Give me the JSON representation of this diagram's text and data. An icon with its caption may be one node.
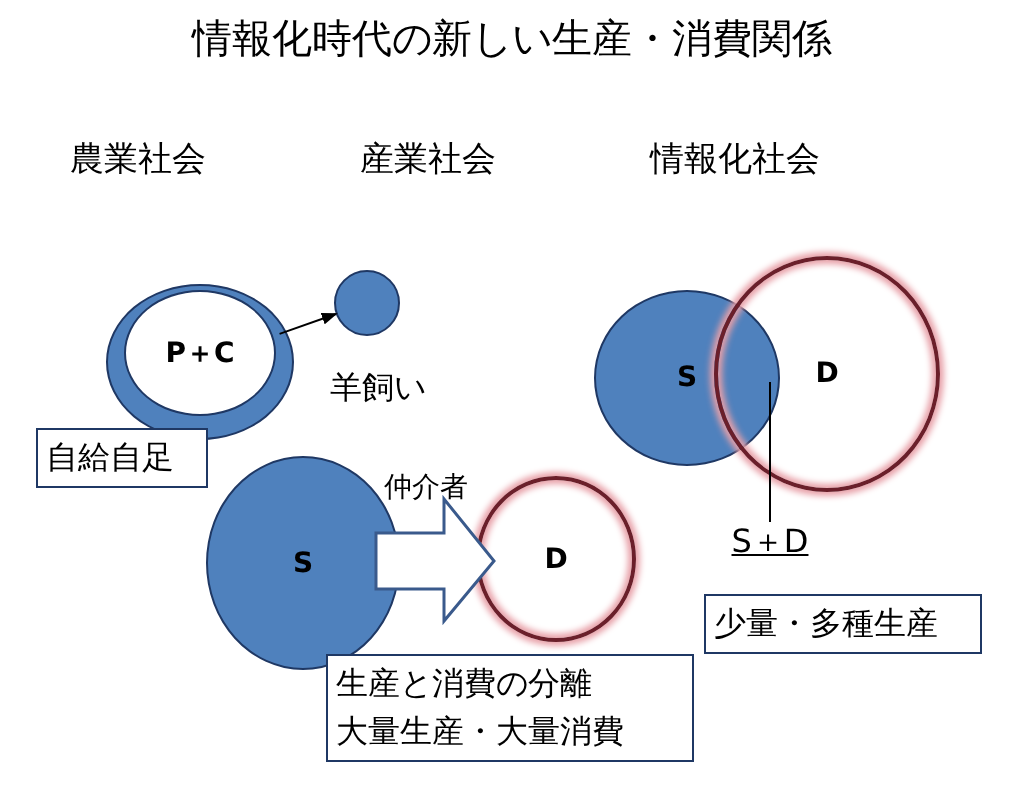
{
  "diagram": {
    "title": "情報化時代の新しい生産・消費関係",
    "nodes": [
      {
        "text": [],
        "shape": "circle"
      },
      {
        "text": [
          "P＋C"
        ],
        "in": 0
      },
      {
        "text": [],
        "shape": "circle",
        "beside": [
          "羊飼い"
        ]
      },
      {
        "text": [
          "自給自足"
        ]
      },
      {
        "text": [
          "S"
        ]
      },
      {
        "text": [
          "D"
        ]
      },
      {
        "text": [
          "生産と消費の分離",
          "大量生産・大量消費"
        ]
      },
      {
        "text": [
          "S"
        ]
      },
      {
        "text": [
          "D"
        ]
      },
      {
        "text": [
          "S＋D"
        ]
      },
      {
        "text": [
          "少量・多種生産"
        ]
      }
    ],
    "edges": [
      {
        "from": 0,
        "to": 2,
        "arrow": "to"
      },
      {
        "from": 4,
        "to": 5,
        "arrow": "to",
        "label": "仲介者",
        "style": "thick"
      },
      {
        "from": 9,
        "to": 7,
        "arrow": "none"
      }
    ],
    "labels": [
      "農業社会",
      "産業社会",
      "情報化社会"
    ]
  }
}
